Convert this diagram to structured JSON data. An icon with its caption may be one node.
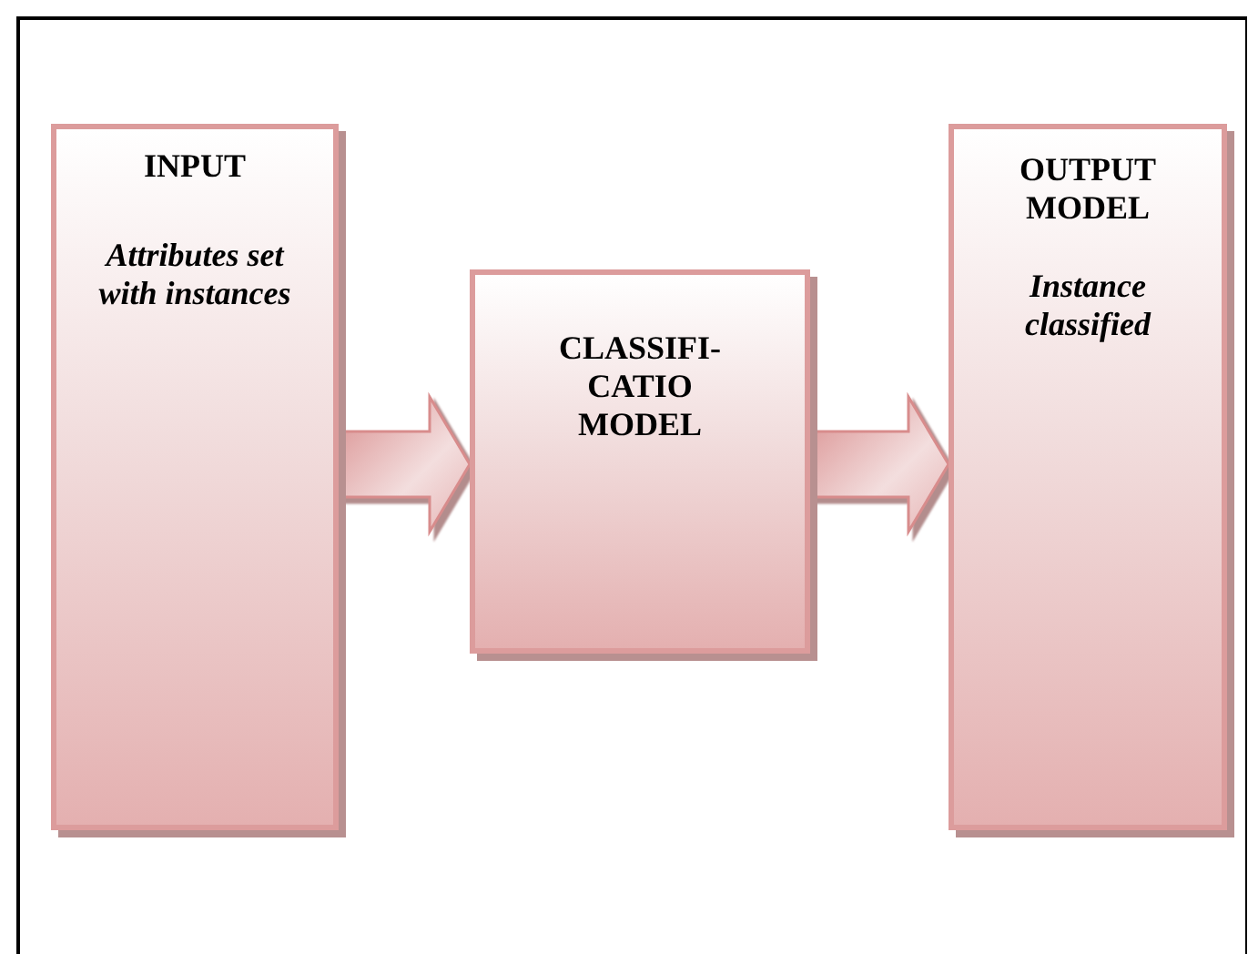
{
  "diagram": {
    "nodes": [
      {
        "text": [
          "INPUT",
          "Attributes set with instances"
        ]
      },
      {
        "text": [
          "CLASSIFI- CATIO MODEL"
        ]
      },
      {
        "text": [
          "OUTPUT MODEL",
          "Instance classified"
        ]
      }
    ],
    "edges": [
      {
        "from": 0,
        "to": 1,
        "arrow": "to"
      },
      {
        "from": 1,
        "to": 2,
        "arrow": "to"
      }
    ]
  }
}
